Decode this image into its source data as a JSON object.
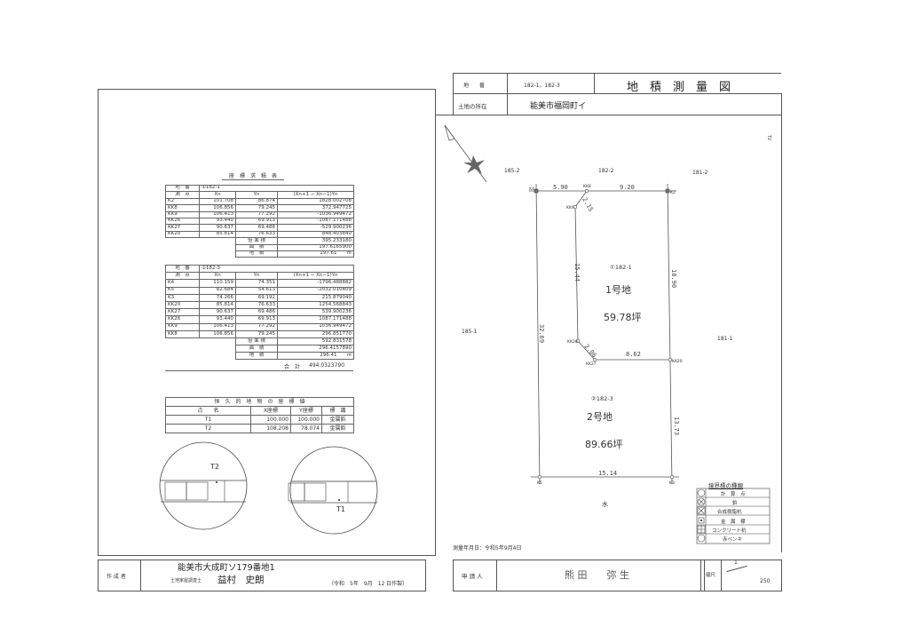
{
  "header": {
    "chiban_label": "地　　番",
    "chiban_value": "182-1，182-3",
    "title": "地　積　測　量　図",
    "location_label": "土地の所在",
    "location_value": "能美市福岡町イ"
  },
  "coord_table_title": "座　標　求　積　表",
  "parcel1": {
    "chiban_label": "地　番",
    "chiban": "①182-1",
    "headers": [
      "測　点",
      "Xn",
      "Yn",
      "(Xn+1 − Xn−1)Yn"
    ],
    "rows": [
      [
        "K2",
        "101.708",
        "86.874",
        "1828.002708"
      ],
      [
        "KK8",
        "106.856",
        "79.245",
        "372.947725"
      ],
      [
        "KK9",
        "106.413",
        "77.292",
        "-1036.949472"
      ],
      [
        "KK26",
        "93.440",
        "69.913",
        "-1087.171488"
      ],
      [
        "KK27",
        "90.637",
        "69.486",
        "-529.900236"
      ],
      [
        "KK20",
        "85.814",
        "76.633",
        "848.403840"
      ]
    ],
    "summary": [
      [
        "倍 面 積",
        "395.233180"
      ],
      [
        "面　積",
        "197.6165900"
      ],
      [
        "地　積",
        "197.61　　㎡"
      ]
    ]
  },
  "parcel2": {
    "chiban_label": "地　番",
    "chiban": "②182-3",
    "headers": [
      "測　点",
      "Xn",
      "Yn",
      "(Xn+1 − Xn−1)Yn"
    ],
    "rows": [
      [
        "K4",
        "110.159",
        "74.351",
        "-1796.488882"
      ],
      [
        "K5",
        "82.684",
        "54.613",
        "-2032.010409"
      ],
      [
        "K3",
        "74.266",
        "69.192",
        "215.879040"
      ],
      [
        "KK20",
        "85.814",
        "76.633",
        "1254.568843"
      ],
      [
        "KK27",
        "90.637",
        "69.486",
        "539.900236"
      ],
      [
        "KK26",
        "93.440",
        "69.913",
        "1087.171488"
      ],
      [
        "KK9",
        "106.413",
        "77.292",
        "1036.949472"
      ],
      [
        "KK8",
        "106.856",
        "79.245",
        "296.851770"
      ]
    ],
    "summary": [
      [
        "倍 面 積",
        "592.831578"
      ],
      [
        "面　積",
        "296.4157890"
      ],
      [
        "地　積",
        "296.41　　㎡"
      ]
    ]
  },
  "total": {
    "label": "合　計",
    "value": "494.0323790"
  },
  "permanent": {
    "title": "恒　久　的　地　物　の　座　標　値",
    "headers": [
      "点　　名",
      "X座標",
      "Y座標",
      "標　識"
    ],
    "rows": [
      [
        "T1",
        "100.000",
        "100.000",
        "金属鋲"
      ],
      [
        "T2",
        "108.208",
        "78.074",
        "金属鋲"
      ]
    ]
  },
  "detail": {
    "left_label": "T2",
    "right_label": "T1"
  },
  "map": {
    "neighbors": {
      "n185_2": "185-2",
      "n182_2": "182-2",
      "n181_2": "181-2",
      "n185_1": "185-1",
      "n181_1": "181-1",
      "water": "水"
    },
    "points": {
      "K4": "K4",
      "KK8": "KK8",
      "K2": "K2",
      "KK9": "KK9",
      "KK26": "KK26",
      "KK27": "KK27",
      "KK20": "KK20",
      "K5": "K5",
      "K3": "K3"
    },
    "dims": {
      "d1": "5.90",
      "d2": "9.20",
      "d3": "2.15",
      "d4": "15.44",
      "d5": "18.90",
      "d6": "32.69",
      "d7": "2.86",
      "d8": "8.62",
      "d9": "13.73",
      "d10": "15.14"
    },
    "lot1": {
      "chiban": "①182-1",
      "name": "1号地",
      "area": "59.78坪"
    },
    "lot2": {
      "chiban": "②182-3",
      "name": "2号地",
      "area": "89.66坪"
    },
    "marker_top_right": "T2"
  },
  "legend": {
    "title": "境界標の種類",
    "items": [
      "計　算　点",
      "鋲",
      "合成樹脂杭",
      "金　属　標",
      "コンクリート杭",
      "赤ペンキ"
    ]
  },
  "survey_date": "測量年月日：令和5年9月4日",
  "creator": {
    "label": "作 成 者",
    "address": "能美市大成町ソ179番地1",
    "qualification": "土地家屋調査士",
    "name": "益村　史朗",
    "date": "（令和　5年　9月　12 日作製）"
  },
  "applicant": {
    "label": "申 請 人",
    "name": "熊 田　　弥 生"
  },
  "scale": {
    "label": "縮尺",
    "numerator": "1",
    "denominator": "250"
  }
}
